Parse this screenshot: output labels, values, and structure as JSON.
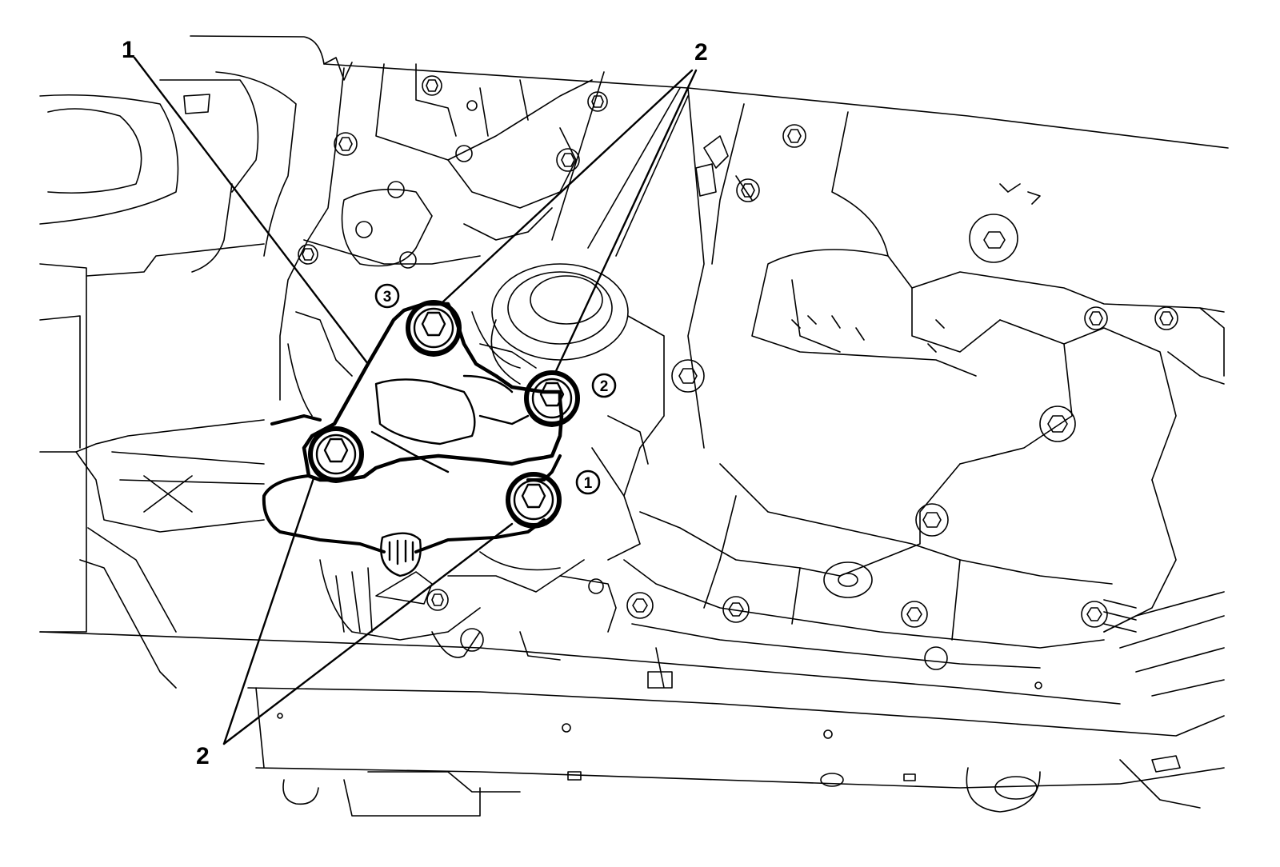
{
  "callouts": {
    "cover": "1",
    "bolts_top": "2",
    "bolts_bottom": "2"
  },
  "sequence": {
    "first": "1",
    "second": "2",
    "third": "3"
  }
}
